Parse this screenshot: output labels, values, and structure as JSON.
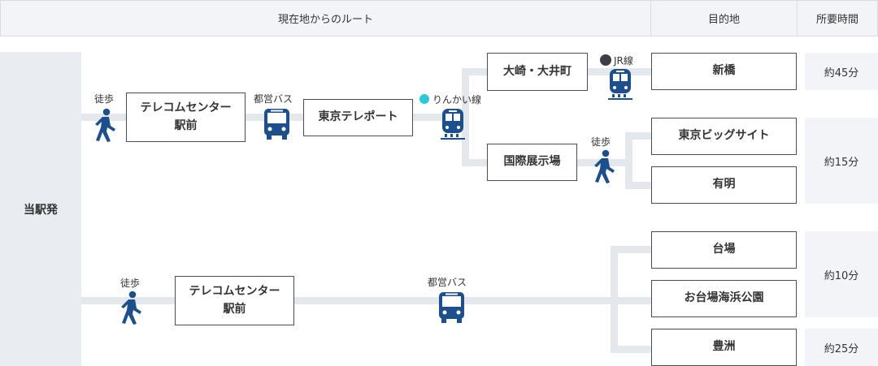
{
  "header": {
    "route": "現在地からのルート",
    "destination": "目的地",
    "time": "所要時間"
  },
  "origin": "当駅発",
  "route1": {
    "walk_label": "徒歩",
    "stop1_line1": "テレコムセンター",
    "stop1_line2": "駅前",
    "bus_label": "都営バス",
    "stop2": "東京テレポート",
    "rinkai_label": "りんかい線",
    "rinkai_color": "#2ec7d4",
    "branch_a": "大崎・大井町",
    "jr_label": "JR線",
    "jr_color": "#3b3f45",
    "branch_b": "国際展示場",
    "walk_label2": "徒歩",
    "dest_shinbashi": "新橋",
    "dest_bigsight": "東京ビッグサイト",
    "dest_ariake": "有明",
    "time_45": "約45分",
    "time_15": "約15分"
  },
  "route2": {
    "walk_label": "徒歩",
    "stop1_line1": "テレコムセンター",
    "stop1_line2": "駅前",
    "bus_label": "都営バス",
    "dest_daiba": "台場",
    "dest_odaiba_park": "お台場海浜公園",
    "dest_toyosu": "豊洲",
    "time_10": "約10分",
    "time_25": "約25分"
  },
  "icons": {
    "walker": "pedestrian-icon",
    "bus": "bus-icon",
    "train": "train-icon"
  },
  "colors": {
    "icon_blue": "#1d4f8c",
    "line_gray": "#e4e7eb"
  }
}
